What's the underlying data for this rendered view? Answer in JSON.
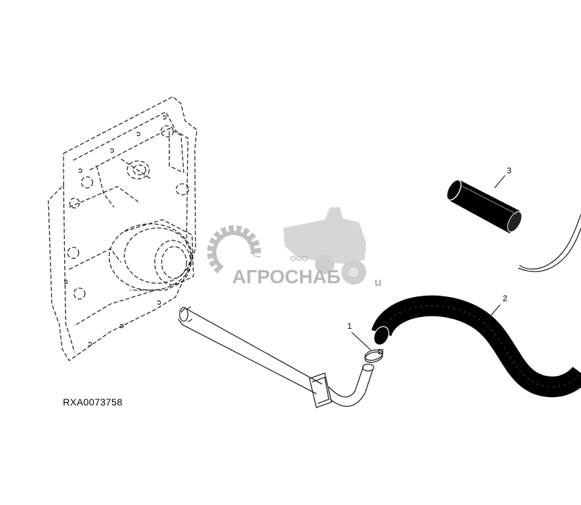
{
  "figure_id": "RXA0073758",
  "callouts": {
    "c1": "1",
    "c2": "2",
    "c3": "3"
  },
  "watermark": {
    "prefix": "ООО",
    "brand": "АГРОСНАБ",
    "suffix": "u",
    "color": "#9a9a9a"
  }
}
